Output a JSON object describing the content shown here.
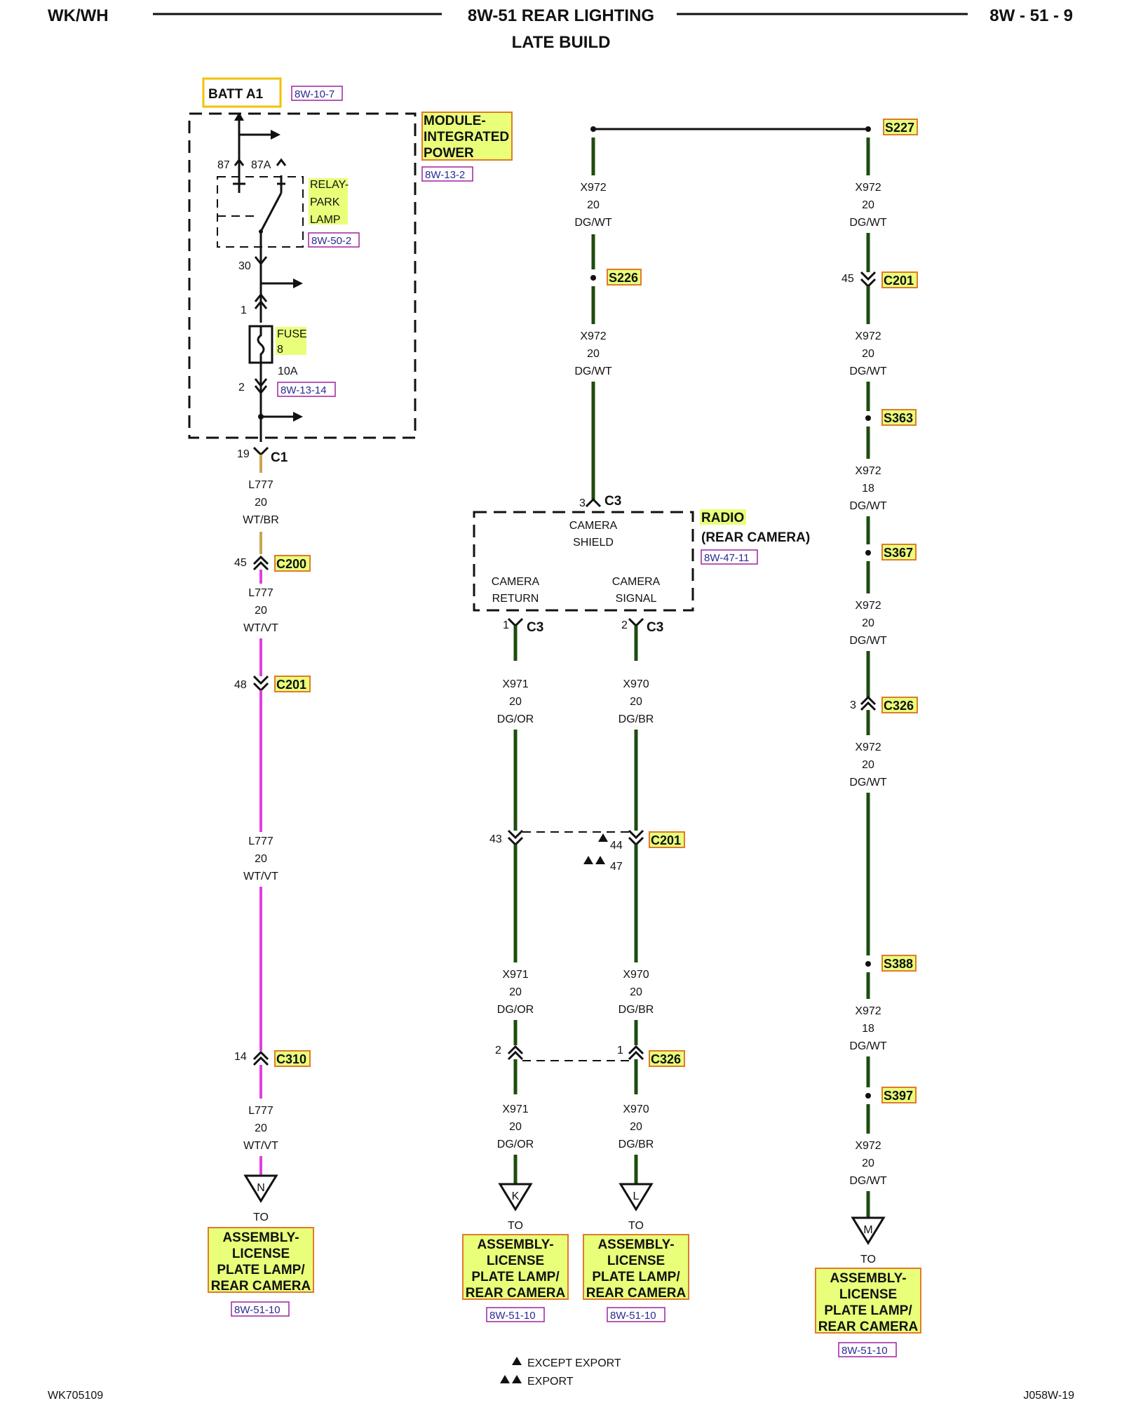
{
  "header": {
    "left": "WK/WH",
    "title": "8W-51 REAR LIGHTING",
    "subtitle": "LATE BUILD",
    "right": "8W - 51 - 9"
  },
  "footer": {
    "left": "WK705109",
    "right": "J058W-19"
  },
  "legend": {
    "except_export": "EXCEPT EXPORT",
    "export": "EXPORT"
  },
  "top_left": {
    "batt": "BATT A1",
    "batt_ref": "8W-10-7",
    "module_lines": [
      "MODULE-",
      "INTEGRATED",
      "POWER"
    ],
    "module_ref": "8W-13-2",
    "relay_lines": [
      "RELAY-",
      "PARK",
      "LAMP"
    ],
    "relay_ref": "8W-50-2",
    "pin87": "87",
    "pin87a": "87A",
    "pin30": "30",
    "pin1": "1",
    "pin2": "2",
    "fuse_lines": [
      "FUSE",
      "8"
    ],
    "fuse_amp": "10A",
    "fuse_ref": "8W-13-14",
    "c1_pin": "19",
    "c1": "C1"
  },
  "col1": {
    "w1": [
      "L777",
      "20",
      "WT/BR"
    ],
    "c200_pin": "45",
    "c200": "C200",
    "w2": [
      "L777",
      "20",
      "WT/VT"
    ],
    "c201_pin": "48",
    "c201": "C201",
    "w3": [
      "L777",
      "20",
      "WT/VT"
    ],
    "c310_pin": "14",
    "c310": "C310",
    "w4": [
      "L777",
      "20",
      "WT/VT"
    ],
    "arrow": "N",
    "to": "TO",
    "dest": [
      "ASSEMBLY-",
      "LICENSE",
      "PLATE LAMP/",
      "REAR CAMERA"
    ],
    "dest_ref": "8W-51-10"
  },
  "col2": {
    "w1": [
      "X972",
      "20",
      "DG/WT"
    ],
    "s226": "S226",
    "w2": [
      "X972",
      "20",
      "DG/WT"
    ],
    "c3_pin": "3",
    "c3": "C3",
    "radio_title": "RADIO",
    "radio_sub": "(REAR CAMERA)",
    "radio_ref": "8W-47-11",
    "shield": [
      "CAMERA",
      "SHIELD"
    ],
    "ret": [
      "CAMERA",
      "RETURN"
    ],
    "sig": [
      "CAMERA",
      "SIGNAL"
    ],
    "left": {
      "c3_pin": "1",
      "c3": "C3",
      "w1": [
        "X971",
        "20",
        "DG/OR"
      ],
      "c201_pin": "43",
      "w2": [
        "X971",
        "20",
        "DG/OR"
      ],
      "c326_pin": "2",
      "w3": [
        "X971",
        "20",
        "DG/OR"
      ],
      "arrow": "K",
      "to": "TO",
      "dest": [
        "ASSEMBLY-",
        "LICENSE",
        "PLATE LAMP/",
        "REAR CAMERA"
      ],
      "dest_ref": "8W-51-10"
    },
    "right": {
      "c3_pin": "2",
      "c3": "C3",
      "w1": [
        "X970",
        "20",
        "DG/BR"
      ],
      "c201": "C201",
      "pin44": "44",
      "pin47": "47",
      "w2": [
        "X970",
        "20",
        "DG/BR"
      ],
      "c326_pin": "1",
      "c326": "C326",
      "w3": [
        "X970",
        "20",
        "DG/BR"
      ],
      "arrow": "L",
      "to": "TO",
      "dest": [
        "ASSEMBLY-",
        "LICENSE",
        "PLATE LAMP/",
        "REAR CAMERA"
      ],
      "dest_ref": "8W-51-10"
    }
  },
  "col4": {
    "s227": "S227",
    "w1": [
      "X972",
      "20",
      "DG/WT"
    ],
    "c201_pin": "45",
    "c201": "C201",
    "w2": [
      "X972",
      "20",
      "DG/WT"
    ],
    "s363": "S363",
    "w3": [
      "X972",
      "18",
      "DG/WT"
    ],
    "s367": "S367",
    "w4": [
      "X972",
      "20",
      "DG/WT"
    ],
    "c326_pin": "3",
    "c326": "C326",
    "w5": [
      "X972",
      "20",
      "DG/WT"
    ],
    "s388": "S388",
    "w6": [
      "X972",
      "18",
      "DG/WT"
    ],
    "s397": "S397",
    "w7": [
      "X972",
      "20",
      "DG/WT"
    ],
    "arrow": "M",
    "to": "TO",
    "dest": [
      "ASSEMBLY-",
      "LICENSE",
      "PLATE LAMP/",
      "REAR CAMERA"
    ],
    "dest_ref": "8W-51-10"
  },
  "colors": {
    "green_wire": "#1e4d0f",
    "magenta_wire": "#e040e0",
    "highlight": "#e9ff7a",
    "highlight_border": "#e07a2a",
    "ref_border": "#a020a0"
  }
}
